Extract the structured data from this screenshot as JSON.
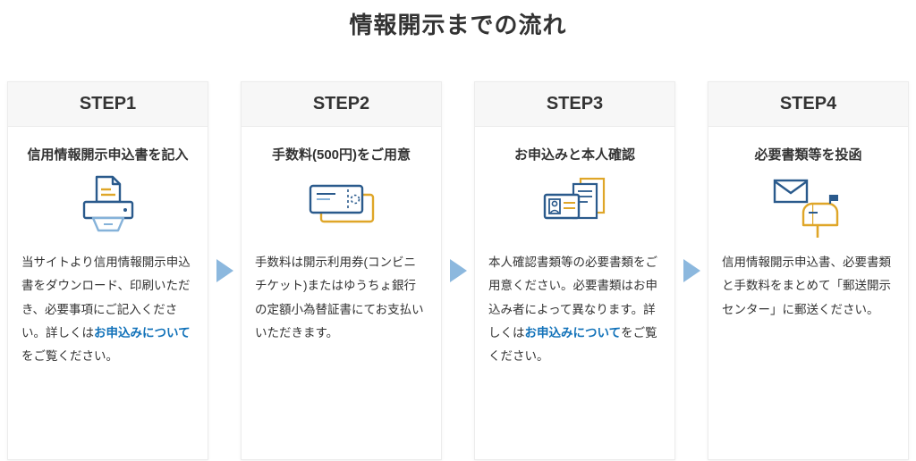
{
  "page": {
    "title": "情報開示までの流れ"
  },
  "colors": {
    "icon_blue": "#2a5a8c",
    "icon_light_blue": "#85b2d9",
    "icon_gold": "#dfa628",
    "arrow_blue": "#8cb8de",
    "link_blue": "#1272b9",
    "header_bg": "#f7f7f7"
  },
  "steps": [
    {
      "label": "STEP1",
      "subtitle": "信用情報開示申込書を記入",
      "icon": "printer-document-icon",
      "desc_pre": "当サイトより信用情報開示申込書をダウンロード、印刷いただき、必要事項にご記入ください。詳しくは",
      "desc_link": "お申込みについて",
      "desc_post": "をご覧ください。"
    },
    {
      "label": "STEP2",
      "subtitle": "手数料(500円)をご用意",
      "icon": "payment-ticket-icon",
      "desc_pre": "手数料は開示利用券(コンビニチケット)またはゆうちょ銀行の定額小為替証書にてお支払いいただきます。"
    },
    {
      "label": "STEP3",
      "subtitle": "お申込みと本人確認",
      "icon": "id-documents-icon",
      "desc_pre": "本人確認書類等の必要書類をご用意ください。必要書類はお申込み者によって異なります。詳しくは",
      "desc_link": "お申込みについて",
      "desc_post": "をご覧ください。"
    },
    {
      "label": "STEP4",
      "subtitle": "必要書類等を投函",
      "icon": "mailbox-envelope-icon",
      "desc_pre": "信用情報開示申込書、必要書類と手数料をまとめて「郵送開示センター」に郵送ください。"
    }
  ]
}
